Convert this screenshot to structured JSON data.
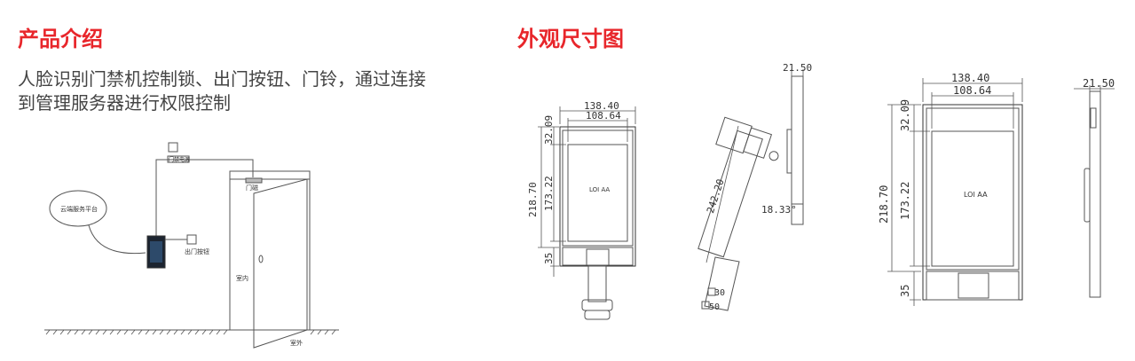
{
  "left": {
    "title": "产品介绍",
    "description_line1": "人脸识别门禁机控制锁、出门按钮、门铃，通过连接",
    "description_line2": "到管理服务器进行权限控制",
    "diagram": {
      "cloud_platform": "云端服务平台",
      "power_supply": "门禁电源",
      "door_magnet": "门磁",
      "exit_button": "出门按钮",
      "indoor": "室内",
      "outdoor": "室外"
    }
  },
  "right": {
    "title": "外观尺寸图",
    "front_small": {
      "width_outer": "138.40",
      "width_screen": "108.64",
      "height_total": "218.70",
      "height_screen": "173.22",
      "height_top": "32.09",
      "height_bottom": "35",
      "logo": "LOI AA"
    },
    "side_mount": {
      "depth": "21.50",
      "arm_length": "242.20",
      "angle": "18.33°",
      "pole_inner": "30",
      "pole_outer": "50"
    },
    "front_large": {
      "width_outer": "138.40",
      "width_screen": "108.64",
      "height_total": "218.70",
      "height_screen": "173.22",
      "height_top": "32.09",
      "height_bottom": "35",
      "logo": "LOI AA"
    },
    "side_large": {
      "depth": "21.50"
    }
  }
}
